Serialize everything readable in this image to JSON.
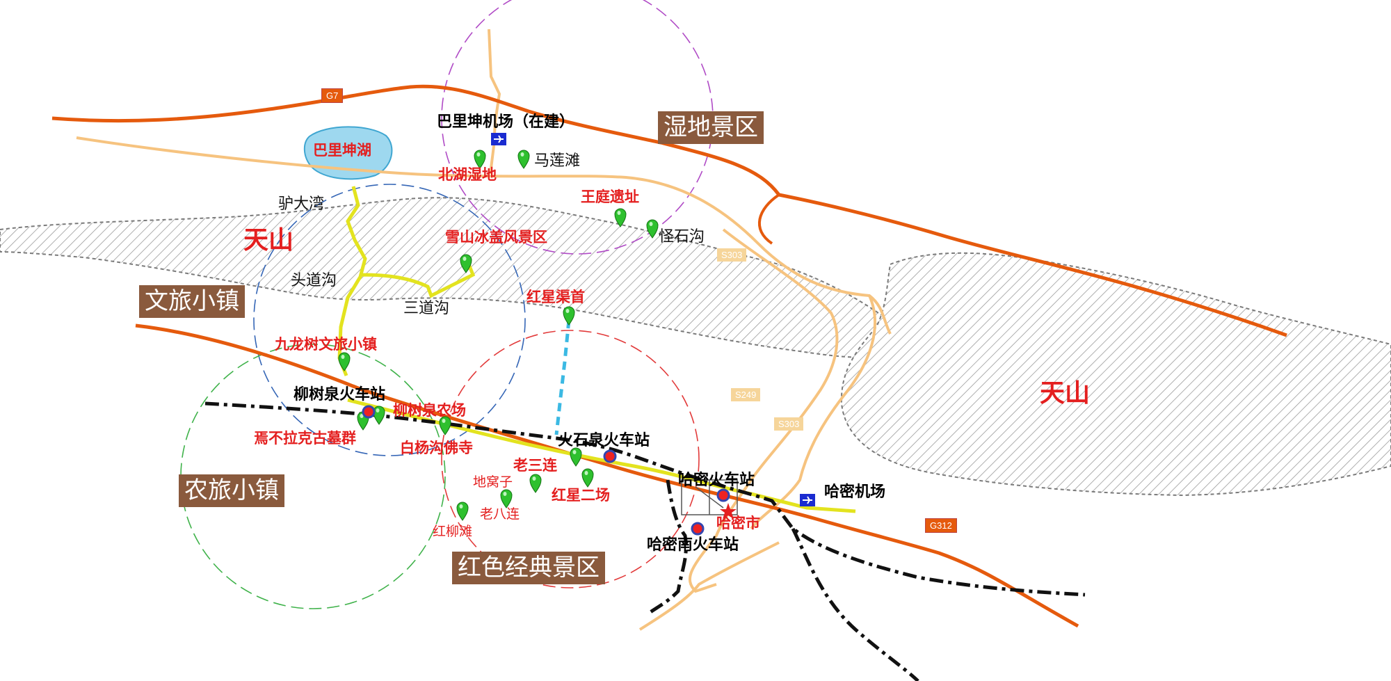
{
  "map": {
    "mountain_labels": [
      "天山",
      "天山"
    ],
    "zones": {
      "wetland": "湿地景区",
      "culture_town": "文旅小镇",
      "agri_town": "农旅小镇",
      "red_classic": "红色经典景区"
    },
    "highways": {
      "g7": "G7",
      "g312": "G312",
      "s303_a": "S303",
      "s303_b": "S303",
      "s249": "S249"
    },
    "places": {
      "barikun_airport": "巴里坤机场（在建）",
      "barikun_lake": "巴里坤湖",
      "malian_tan": "马莲滩",
      "beihu_wetland": "北湖湿地",
      "ludawan": "驴大湾",
      "wangting_ruins": "王庭遗址",
      "guaishigou": "怪石沟",
      "xueshan_glacier": "雪山冰盖风景区",
      "toudaogou": "头道沟",
      "sandaogou": "三道沟",
      "hongxing_qushou": "红星渠首",
      "jiulongshu_town": "九龙树文旅小镇",
      "liushuquan_station": "柳树泉火车站",
      "liushuquan_farm": "柳树泉农场",
      "yanbulake_tombs": "焉不拉克古墓群",
      "baiyanggou_temple": "白杨沟佛寺",
      "huoshiquan_station": "火石泉火车站",
      "laosanlian": "老三连",
      "diwozi": "地窝子",
      "hongxing_erchang": "红星二场",
      "laobalian": "老八连",
      "hongliutan": "红柳滩",
      "hami_station": "哈密火车站",
      "hami_airport": "哈密机场",
      "hami_city": "哈密市",
      "hami_south_station": "哈密南火车站"
    },
    "colors": {
      "highway": "#e55a0d",
      "secondary_road": "#f6c37f",
      "scenic_road": "#e3e31f",
      "railway": "#111111",
      "canal": "#3bb9e3",
      "marker": "#2ec02e",
      "label_red": "#e41f1f",
      "zone_bg": "#8a5a3d",
      "lake": "#9ed8ef"
    },
    "icons": [
      "airport-icon",
      "station-icon",
      "pin-icon",
      "city-star-icon"
    ]
  }
}
